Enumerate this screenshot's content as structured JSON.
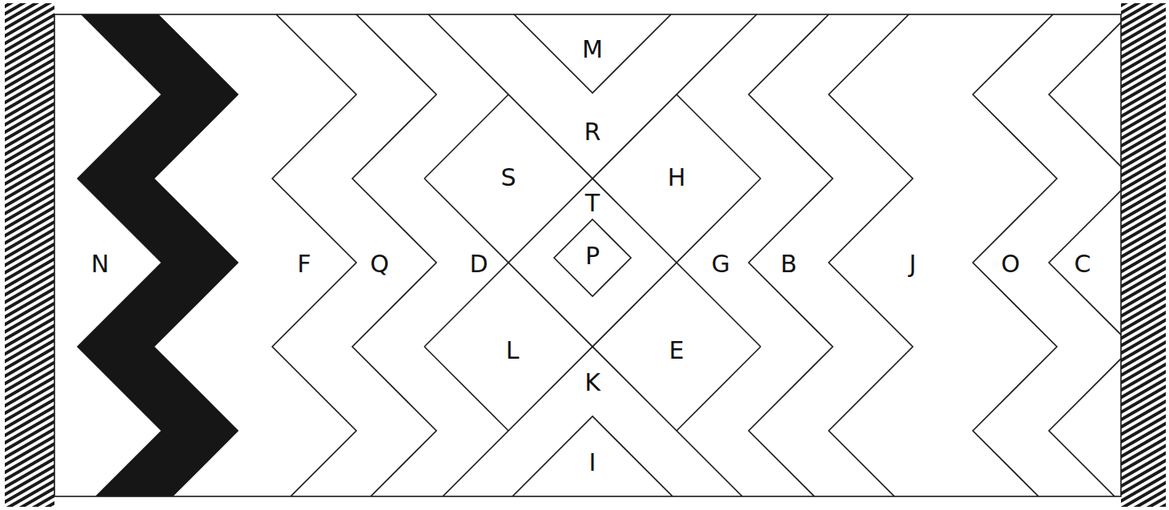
{
  "diagram": {
    "labels": [
      "M",
      "R",
      "S",
      "T",
      "H",
      "N",
      "F",
      "Q",
      "D",
      "P",
      "G",
      "B",
      "J",
      "O",
      "C",
      "L",
      "E",
      "K",
      "I"
    ]
  }
}
